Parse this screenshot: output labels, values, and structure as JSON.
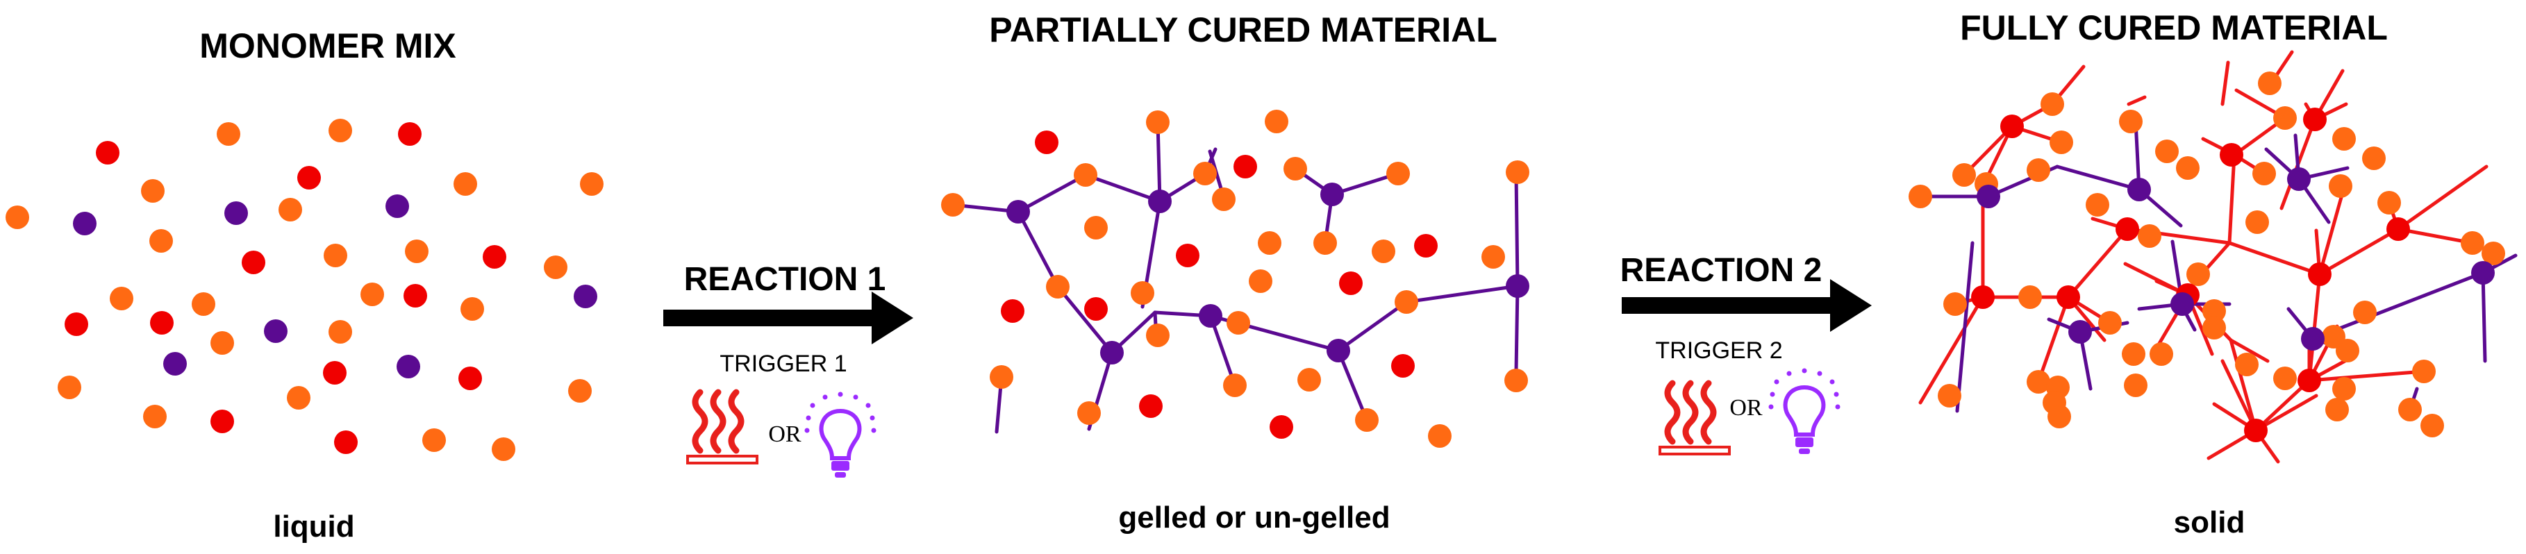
{
  "colors": {
    "orange": "#FF6A13",
    "red": "#F00000",
    "purple": "#5B0A91",
    "bond_red": "#F01818",
    "bond_purple": "#5B0A91",
    "heat": "#E8201C",
    "bulb": "#9B2BFF",
    "arrow": "#000000"
  },
  "panels": {
    "monomer": {
      "title": "MONOMER MIX",
      "state": "liquid"
    },
    "partial": {
      "title": "PARTIALLY CURED MATERIAL",
      "state": "gelled or un-gelled"
    },
    "full": {
      "title": "FULLY CURED MATERIAL",
      "state": "solid"
    }
  },
  "steps": [
    {
      "reaction": "REACTION 1",
      "trigger": "TRIGGER 1",
      "or": "OR",
      "icons": [
        "heat-icon",
        "lightbulb-icon"
      ]
    },
    {
      "reaction": "REACTION 2",
      "trigger": "TRIGGER 2",
      "or": "OR",
      "icons": [
        "heat-icon",
        "lightbulb-icon"
      ]
    }
  ]
}
